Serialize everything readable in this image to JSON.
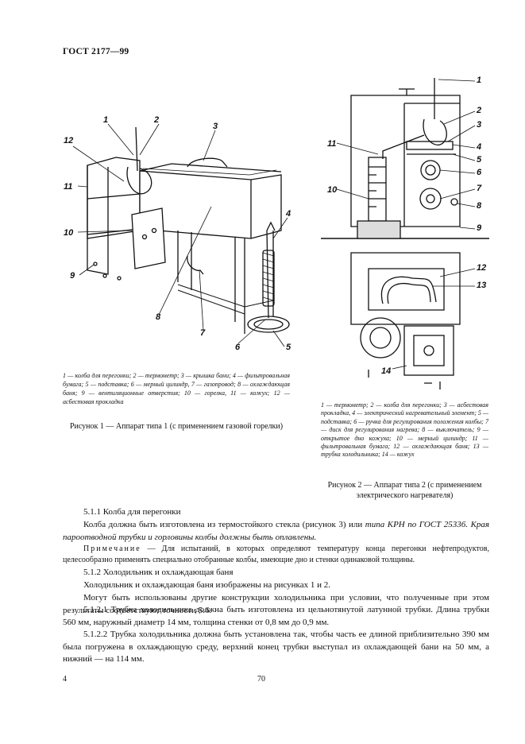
{
  "header": {
    "standard": "ГОСТ 2177—99"
  },
  "figure1": {
    "callouts": [
      "1",
      "2",
      "3",
      "4",
      "5",
      "6",
      "7",
      "8",
      "9",
      "10",
      "11",
      "12"
    ],
    "legend": "1 — колба для перегонки; 2 — термометр; 3 — крышка бани; 4 — фильтровальная бумага; 5 — подставка; 6 — мерный цилиндр, 7 — газопровод; 8 — охлаждающая баня; 9 — вентиляционные отверстия; 10 — горелка, 11 — кожух; 12 — асбестовая прокладка",
    "title": "Рисунок 1 — Аппарат типа 1 (с применением газовой горелки)"
  },
  "figure2": {
    "callouts": [
      "1",
      "2",
      "3",
      "4",
      "5",
      "6",
      "7",
      "8",
      "9",
      "10",
      "11",
      "12",
      "13",
      "14"
    ],
    "legend": "1 — термометр; 2 — колба для перегонки; 3 — асбестовая прокладка, 4 — электрический нагревательный элемент; 5 — подставка; 6 — ручка для регулирования положения колбы; 7 — диск для регулирования нагрева; 8 — выключатель; 9 — открытое дно кожуха; 10 — мерный цилиндр; 11 — фильтровальная бумага; 12 — охлаждающая баня; 13 — трубка холодильника; 14 — кожух",
    "title": "Рисунок 2 — Аппарат типа 2 (с применением электрического нагревателя)"
  },
  "text": {
    "s511_heading": "5.1.1 Колба для перегонки",
    "s511_body_a": "Колба должна быть изготовлена из термостойкого стекла (рисунок 3) или ",
    "s511_body_b": "типа КРН по ГОСТ 25336. Края пароотводной трубки и горловины колбы должны быть оплавлены.",
    "note_label": "Примечание",
    "note_text": " — Для испытаний, в которых определяют температуру конца перегонки нефтепродуктов, целесообразно применять специально отобранные колбы, имеющие дно и стенки одинаковой толщины.",
    "s512_heading": "5.1.2 Холодильник и охлаждающая баня",
    "s512_body1": "Холодильник и охлаждающая баня изображены на рисунках 1 и 2.",
    "s512_body2": "Могут быть использованы другие конструкции холодильника при условии, что полученные при этом результаты соответствуют точности 5.6.",
    "s5121": "5.1.2.1 Трубка холодильника должна быть изготовлена из цельнотянутой латунной трубки. Длина трубки 560 мм, наружный диаметр 14 мм, толщина стенки от 0,8 мм до 0,9 мм.",
    "s5122": "5.1.2.2 Трубка холодильника должна быть установлена так, чтобы часть ее длиной приблизительно 390 мм была погружена в охлаждающую среду, верхний конец трубки выступал из охлаждающей бани на 50 мм, а нижний — на 114 мм."
  },
  "footer": {
    "page_left": "4",
    "page_center": "70"
  }
}
